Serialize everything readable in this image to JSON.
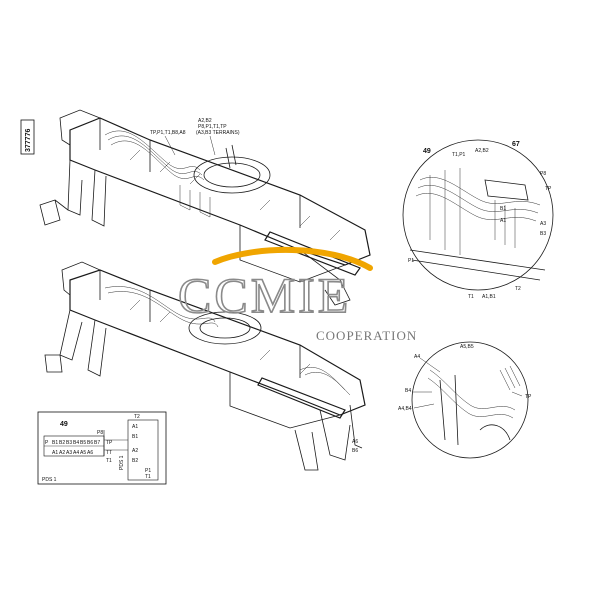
{
  "doc_number": "377776",
  "watermark": {
    "brand": "CCMIE",
    "sub": "COOPERATION",
    "accent": "#f0a500"
  },
  "upper_view": {
    "labels": [
      "TP,P1,T1,B8,A8",
      "A2,B2",
      "P8,P1,T1,TP",
      "(A3,B3 TERRAINS)"
    ]
  },
  "detail_top": {
    "callouts": [
      "49",
      "67"
    ],
    "labels": [
      "T1,P1",
      "A2,B2",
      "P8",
      "B1",
      "A1",
      "TP",
      "P1",
      "T1",
      "A1,B1",
      "T2",
      "A3",
      "B3"
    ]
  },
  "detail_bottom": {
    "labels": [
      "A5,B5",
      "A4",
      "B4",
      "A4,B4",
      "TP"
    ]
  },
  "lower_view": {
    "labels": [
      "A6",
      "B6"
    ]
  },
  "schematic": {
    "callout": "49",
    "row1": [
      "P",
      "B1",
      "B2",
      "B3",
      "B4",
      "B5",
      "B6",
      "B7"
    ],
    "row2": [
      "A1",
      "A2",
      "A3",
      "A4",
      "A5",
      "A6"
    ],
    "right_col": [
      "P8",
      "TP",
      "TT",
      "T1"
    ],
    "block_labels": [
      "T2",
      "A1",
      "B1",
      "A2",
      "B2",
      "P1",
      "T1"
    ],
    "vertical_label": "PDS 1",
    "footer": "PDS 1"
  }
}
